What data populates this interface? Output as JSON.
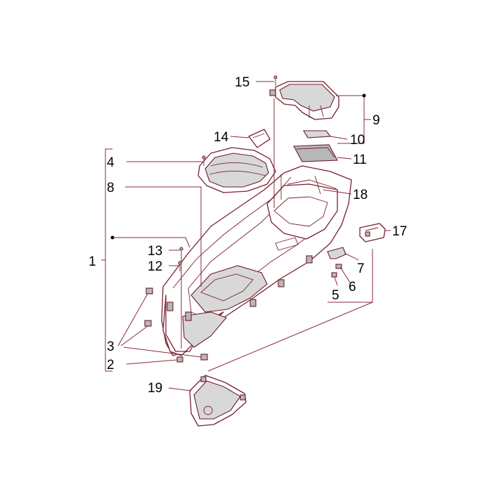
{
  "diagram": {
    "callouts": [
      {
        "id": "c1",
        "text": "1"
      },
      {
        "id": "c2",
        "text": "2"
      },
      {
        "id": "c3",
        "text": "3"
      },
      {
        "id": "c4",
        "text": "4"
      },
      {
        "id": "c5",
        "text": "5"
      },
      {
        "id": "c6",
        "text": "6"
      },
      {
        "id": "c7",
        "text": "7"
      },
      {
        "id": "c8",
        "text": "8"
      },
      {
        "id": "c9",
        "text": "9"
      },
      {
        "id": "c10",
        "text": "10"
      },
      {
        "id": "c11",
        "text": "11"
      },
      {
        "id": "c12",
        "text": "12"
      },
      {
        "id": "c13",
        "text": "13"
      },
      {
        "id": "c14",
        "text": "14"
      },
      {
        "id": "c15",
        "text": "15"
      },
      {
        "id": "c17",
        "text": "17"
      },
      {
        "id": "c18",
        "text": "18"
      },
      {
        "id": "c19",
        "text": "19"
      }
    ],
    "colors": {
      "outline": "#7a2030",
      "text": "#000000",
      "background": "#ffffff"
    }
  }
}
